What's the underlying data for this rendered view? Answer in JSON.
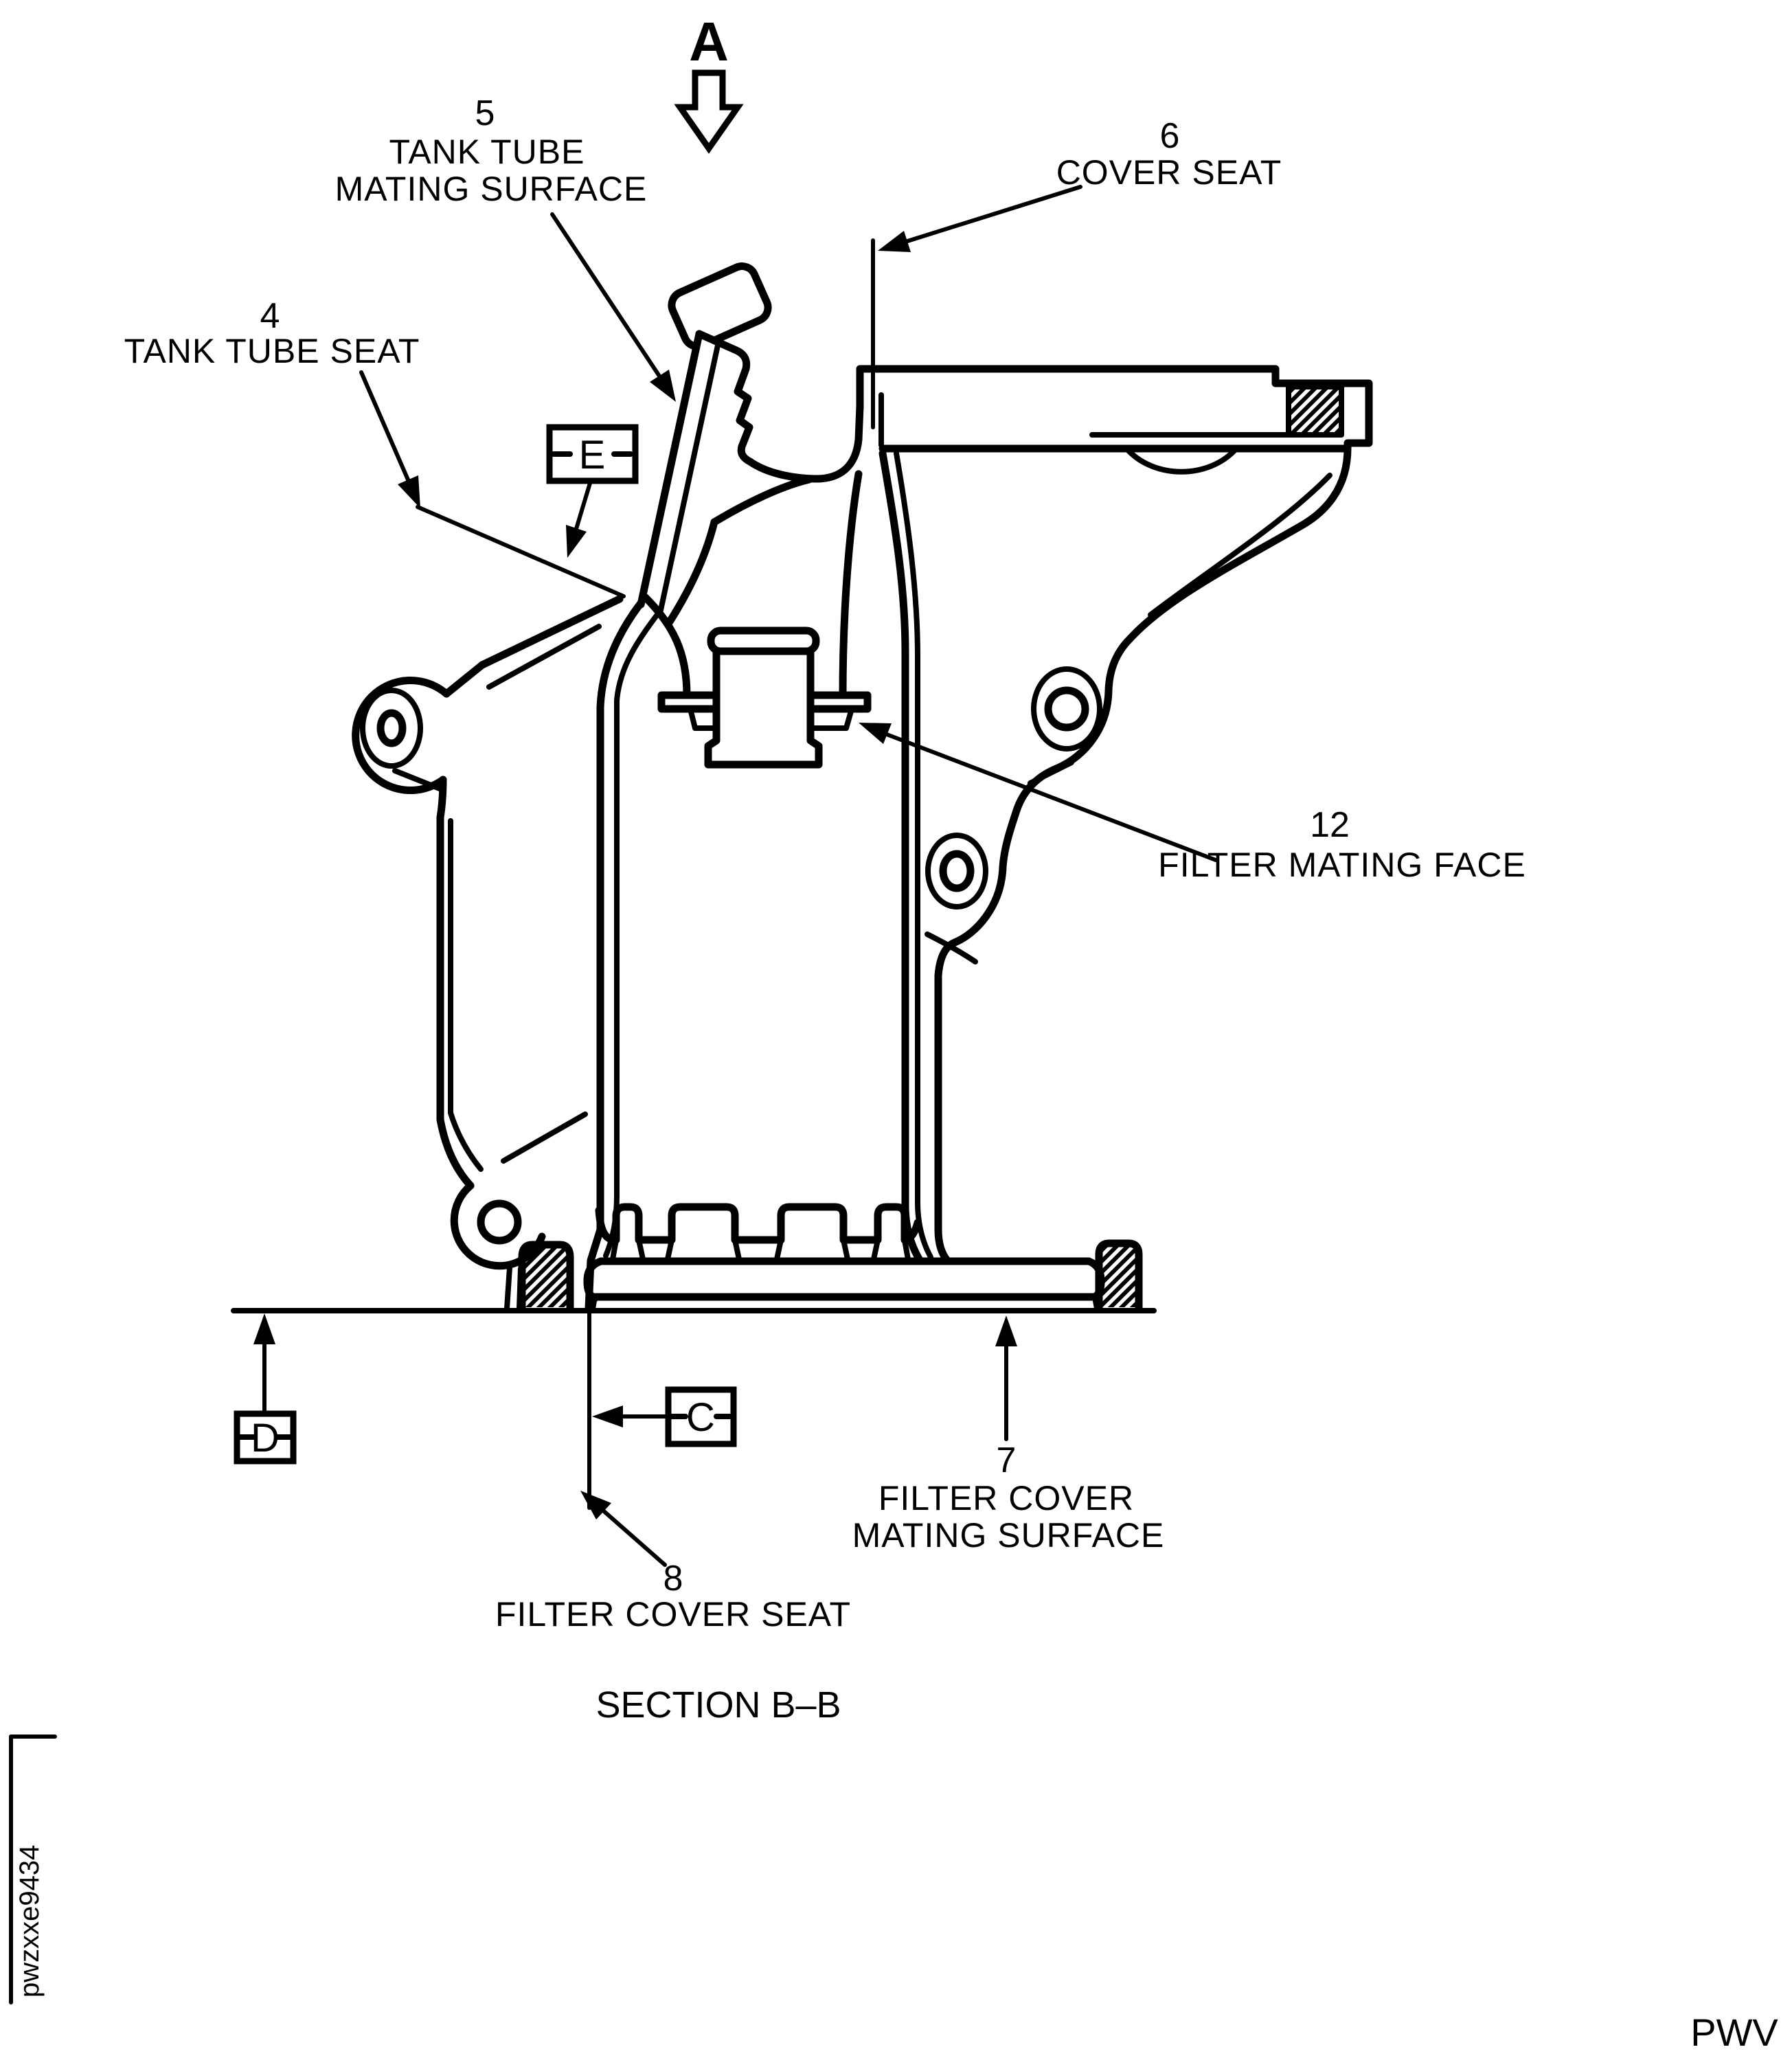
{
  "page": {
    "background": "#ffffff",
    "ink": "#000000"
  },
  "view_arrow": {
    "letter": "A"
  },
  "callouts": {
    "c5": {
      "num": "5",
      "line1": "TANK TUBE",
      "line2": "MATING SURFACE"
    },
    "c4": {
      "num": "4",
      "line1": "TANK TUBE SEAT"
    },
    "c6": {
      "num": "6",
      "line1": "COVER SEAT"
    },
    "c12": {
      "num": "12",
      "line1": "FILTER MATING FACE"
    },
    "c7": {
      "num": "7",
      "line1": "FILTER COVER",
      "line2": "MATING SURFACE"
    },
    "c8": {
      "num": "8",
      "line1": "FILTER COVER SEAT"
    }
  },
  "datums": {
    "e": "E",
    "c": "C",
    "d": "D"
  },
  "caption": "SECTION B–B",
  "footer": {
    "right_code": "PWV",
    "side_code": "pwzxxe9434"
  }
}
